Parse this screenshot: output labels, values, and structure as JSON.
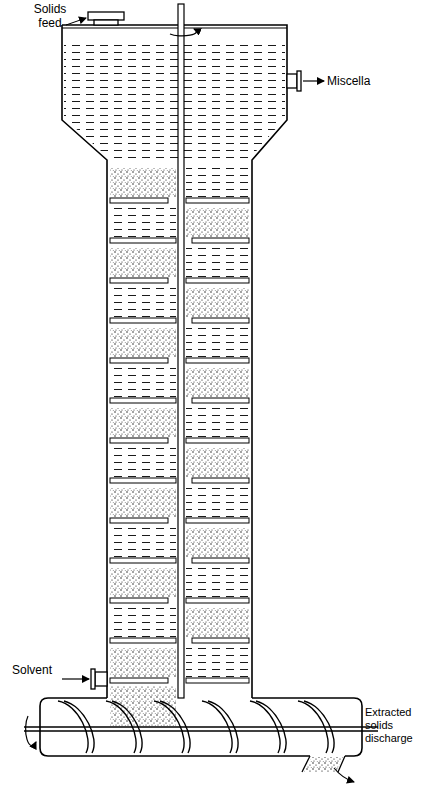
{
  "diagram": {
    "labels": [
      "Solids feed",
      "Miscella",
      "Solvent",
      "Extracted solids discharge"
    ]
  }
}
